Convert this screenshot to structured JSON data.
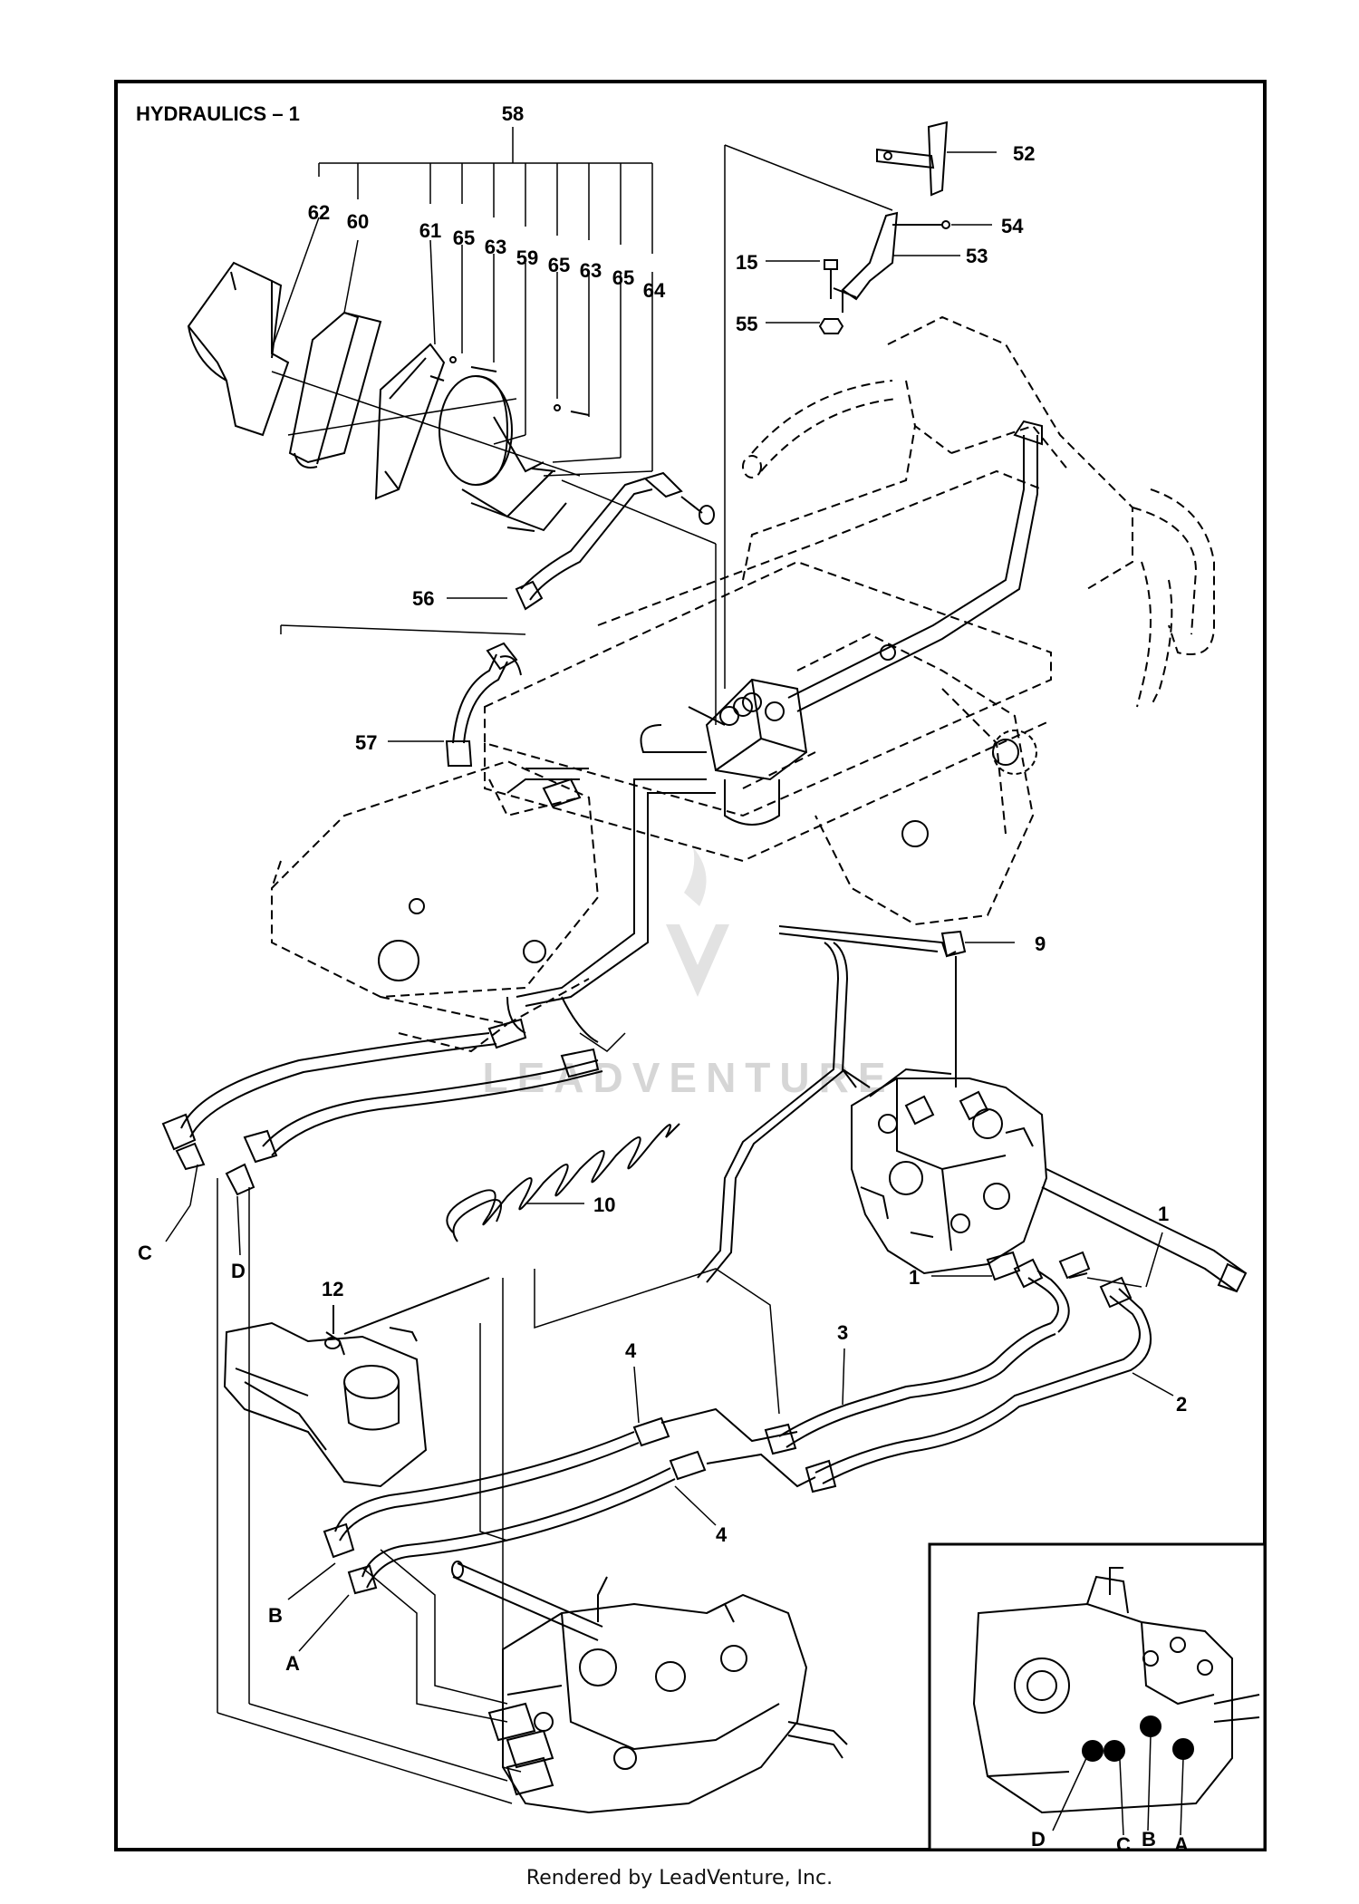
{
  "diagram": {
    "title": "HYDRAULICS – 1",
    "watermark": "LEADVENTURE",
    "callouts": [
      {
        "id": "c58",
        "text": "58"
      },
      {
        "id": "c62",
        "text": "62"
      },
      {
        "id": "c60",
        "text": "60"
      },
      {
        "id": "c61",
        "text": "61"
      },
      {
        "id": "c65a",
        "text": "65"
      },
      {
        "id": "c63a",
        "text": "63"
      },
      {
        "id": "c59",
        "text": "59"
      },
      {
        "id": "c65b",
        "text": "65"
      },
      {
        "id": "c63b",
        "text": "63"
      },
      {
        "id": "c65c",
        "text": "65"
      },
      {
        "id": "c64",
        "text": "64"
      },
      {
        "id": "c52",
        "text": "52"
      },
      {
        "id": "c54",
        "text": "54"
      },
      {
        "id": "c53",
        "text": "53"
      },
      {
        "id": "c15",
        "text": "15"
      },
      {
        "id": "c55",
        "text": "55"
      },
      {
        "id": "c56",
        "text": "56"
      },
      {
        "id": "c57",
        "text": "57"
      },
      {
        "id": "c9",
        "text": "9"
      },
      {
        "id": "c10",
        "text": "10"
      },
      {
        "id": "cC",
        "text": "C"
      },
      {
        "id": "cD",
        "text": "D"
      },
      {
        "id": "c12",
        "text": "12"
      },
      {
        "id": "c1a",
        "text": "1"
      },
      {
        "id": "c1b",
        "text": "1"
      },
      {
        "id": "c3",
        "text": "3"
      },
      {
        "id": "c4a",
        "text": "4"
      },
      {
        "id": "c4b",
        "text": "4"
      },
      {
        "id": "c2",
        "text": "2"
      },
      {
        "id": "cB",
        "text": "B"
      },
      {
        "id": "cA",
        "text": "A"
      },
      {
        "id": "ciD",
        "text": "D"
      },
      {
        "id": "ciC",
        "text": "C"
      },
      {
        "id": "ciB",
        "text": "B"
      },
      {
        "id": "ciA",
        "text": "A"
      }
    ]
  },
  "footer": "Rendered by LeadVenture, Inc."
}
